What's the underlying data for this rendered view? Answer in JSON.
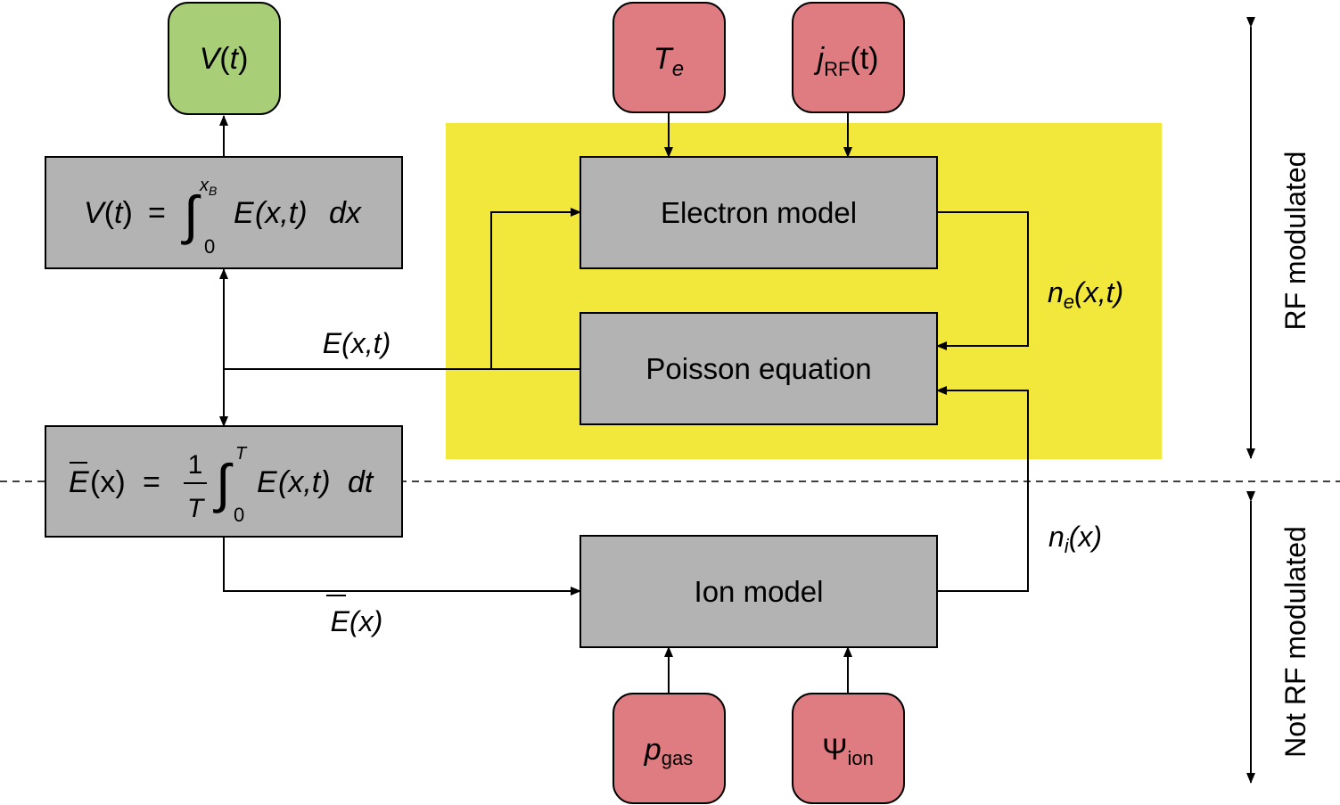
{
  "colors": {
    "yellow_region": "#f2e83c",
    "gray_box": "#b3b3b3",
    "green_box": "#a8ce78",
    "red_box": "#de7c82",
    "line": "#000000"
  },
  "boxes": {
    "electron_model": "Electron model",
    "poisson_equation": "Poisson equation",
    "ion_model": "Ion model"
  },
  "inputs": {
    "te": {
      "main": "T",
      "sub": "e"
    },
    "jrf": {
      "main": "j",
      "sub": "RF",
      "tail": "(t)"
    },
    "pgas": {
      "main": "p",
      "sub": "gas"
    },
    "psi_ion": {
      "main": "Ψ",
      "sub": "ion"
    }
  },
  "output": {
    "v": "V",
    "lp": "(",
    "t": "t",
    "rp": ")"
  },
  "equations": {
    "voltage": {
      "v": "V",
      "lp": "(",
      "t": "t",
      "rp": ")",
      "eq": "=",
      "integral": "∫",
      "upper": "x",
      "upper_sub": "B",
      "lower": "0",
      "e": "E",
      "args": "(x,t)",
      "dx": "dx"
    },
    "mean_field": {
      "ebar": "E",
      "arg": "(x)",
      "eq": "=",
      "num": "1",
      "den": "T",
      "integral": "∫",
      "upper": "T",
      "lower": "0",
      "e": "E",
      "args": "(x,t)",
      "dt": "dt"
    }
  },
  "labels": {
    "e_xt": "E(x,t)",
    "ebar_x": "E(x)",
    "ne": {
      "main": "n",
      "sub": "e",
      "args": "(x,t)"
    },
    "ni": {
      "main": "n",
      "sub": "i",
      "args": "(x)"
    }
  },
  "side_labels": {
    "rf_modulated": "RF modulated",
    "not_rf_modulated": "Not RF modulated"
  }
}
